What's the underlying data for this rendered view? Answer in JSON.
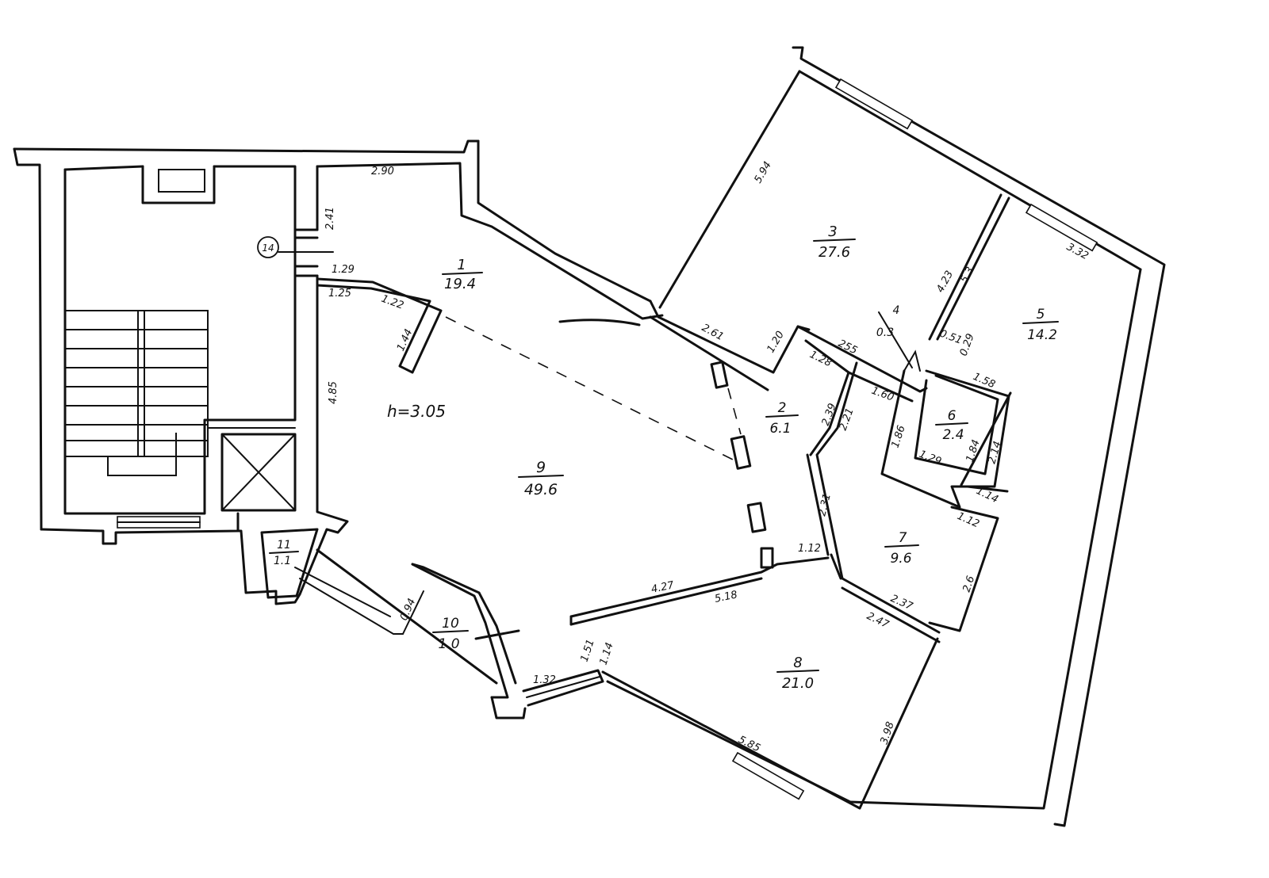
{
  "rooms": [
    {
      "id": "1",
      "num": "1",
      "area": "19.4"
    },
    {
      "id": "2",
      "num": "2",
      "area": "6.1"
    },
    {
      "id": "3",
      "num": "3",
      "area": "27.6"
    },
    {
      "id": "4",
      "num": "4",
      "area": "0.3"
    },
    {
      "id": "5",
      "num": "5",
      "area": "14.2"
    },
    {
      "id": "6",
      "num": "6",
      "area": "2.4"
    },
    {
      "id": "7",
      "num": "7",
      "area": "9.6"
    },
    {
      "id": "8",
      "num": "8",
      "area": "21.0"
    },
    {
      "id": "9",
      "num": "9",
      "area": "49.6"
    },
    {
      "id": "10",
      "num": "10",
      "area": "1.0"
    },
    {
      "id": "11",
      "num": "11",
      "area": "1.1"
    }
  ],
  "marker": "14",
  "ceiling_height": "h=3.05",
  "dimensions": {
    "d_2_90": "2.90",
    "d_2_41": "2.41",
    "d_1_29": "1.29",
    "d_1_25": "1.25",
    "d_1_22": "1.22",
    "d_1_44": "1.44",
    "d_4_85": "4.85",
    "d_5_94": "5.94",
    "d_2_61": "2.61",
    "d_1_20": "1.20",
    "d_1_28": "1.28",
    "d_2_55": "255",
    "d_3_32": "3.32",
    "d_4_23": "4.23",
    "d_5_3": "5.3",
    "d_0_51": "0.51",
    "d_0_29": "0.29",
    "d_1_58": "1.58",
    "d_1_60": "1.60",
    "d_2_39": "2.39",
    "d_2_21": "2.21",
    "d_1_86": "1.86",
    "d_1_84": "1.84",
    "d_1_29b": "1.29",
    "d_2_14": "2.14",
    "d_1_14": "1.14",
    "d_2_31": "2.31",
    "d_1_12": "1.12",
    "d_1_12b": "1.12",
    "d_2_6": "2.6",
    "d_2_37": "2.37",
    "d_2_47": "2.47",
    "d_4_27": "4.27",
    "d_5_18": "5.18",
    "d_5_85": "5.85",
    "d_3_98": "3.98",
    "d_0_94": "0.94",
    "d_1_32": "1.32",
    "d_1_14b": "1.14",
    "d_1_51": "1.51"
  }
}
